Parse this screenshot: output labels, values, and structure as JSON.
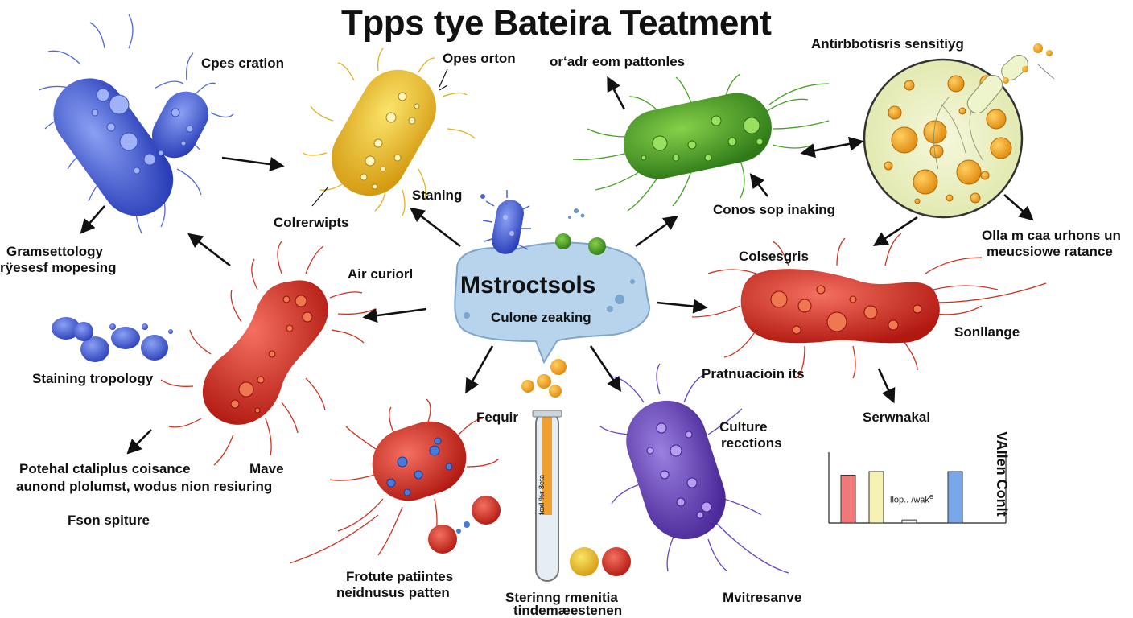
{
  "title": "Tpps tye Bateira Teatment",
  "hub": {
    "title": "Mstroctsols",
    "subtitle": "Culone zeaking"
  },
  "labels": {
    "opes_cration": "Cpes cration",
    "opes_orton": "Opes orton",
    "patternes": "or‘adr eom pattonles",
    "antibiotics": "Antirbbotisris sensitiyg",
    "gram_line1": "Gramsettology",
    "gram_line2": "rÿesesf mopesing",
    "colrerwipts": "Colrerwipts",
    "staning": "Staning",
    "conos": "Conos sop inaking",
    "olla_line1": "Olla m caa urhons un",
    "olla_line2": "meucsiowe ratance",
    "colsesgris": "Colsesgris",
    "air_curiorl": "Air curiorl",
    "staining_tropology": "Staining tropology",
    "sonllange": "Sonllange",
    "pratnuacioin": "Pratnuacioin its",
    "serwnakal": "Serwnakal",
    "fequir": "Fequir",
    "culture_line1": "Culture",
    "culture_line2": "recctions",
    "potehal_line1": "Potehal ctaliplus coisance",
    "potehal_line2": "aunond plolumst, wodus nion resiuring",
    "mave": "Mave",
    "fson": "Fson spiture",
    "frotute_line1": "Frotute patiintes",
    "frotute_line2": "neidnusus patten",
    "steining_line1": "Sterinng rmenitia",
    "steining_line2": "tindemæestenen",
    "mvitresanve": "Mvitresanve",
    "tube_text": "fcxl %r 8eta",
    "bar_label": "llop.. /wak",
    "bar_sup": "e",
    "vertical": "VAIlen Conlt"
  },
  "inset_bars": [
    {
      "color": "#f07878",
      "value": 0.93
    },
    {
      "color": "#f6f2b4",
      "value": 1.0
    },
    {
      "color": "#ffffff",
      "value": 0.06
    },
    {
      "color": "#7aa6ea",
      "value": 1.0
    }
  ],
  "colors": {
    "blue": "#4a64d4",
    "yellow": "#f0c020",
    "green": "#48a028",
    "red": "#e03020",
    "purple": "#7048c0",
    "hub": "#b8d4ec",
    "dish": "#eef2c8"
  }
}
